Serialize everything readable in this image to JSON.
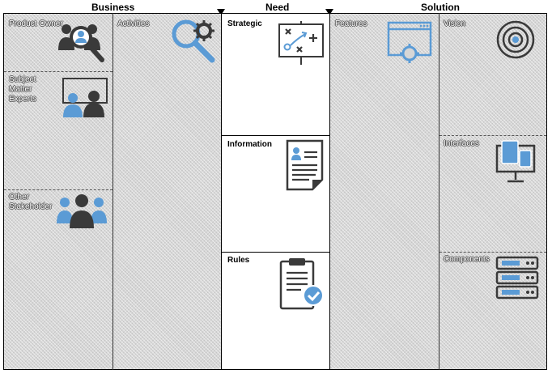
{
  "headers": {
    "business": "Business",
    "need": "Need",
    "solution": "Solution"
  },
  "business": {
    "product_owner": "Product Owner",
    "subject_matter_experts": "Subject Matter Experts",
    "other_stakeholder": "Other Stakeholder",
    "activities": "Activities"
  },
  "need": {
    "strategic": "Strategic",
    "information": "Information",
    "rules": "Rules"
  },
  "solution": {
    "features": "Features",
    "vision": "Vision",
    "interfaces": "Interfaces",
    "components": "Components"
  },
  "colors": {
    "icon_dark": "#3a3a3a",
    "icon_blue": "#5b9bd5",
    "hatch": "#d6d6d6"
  }
}
